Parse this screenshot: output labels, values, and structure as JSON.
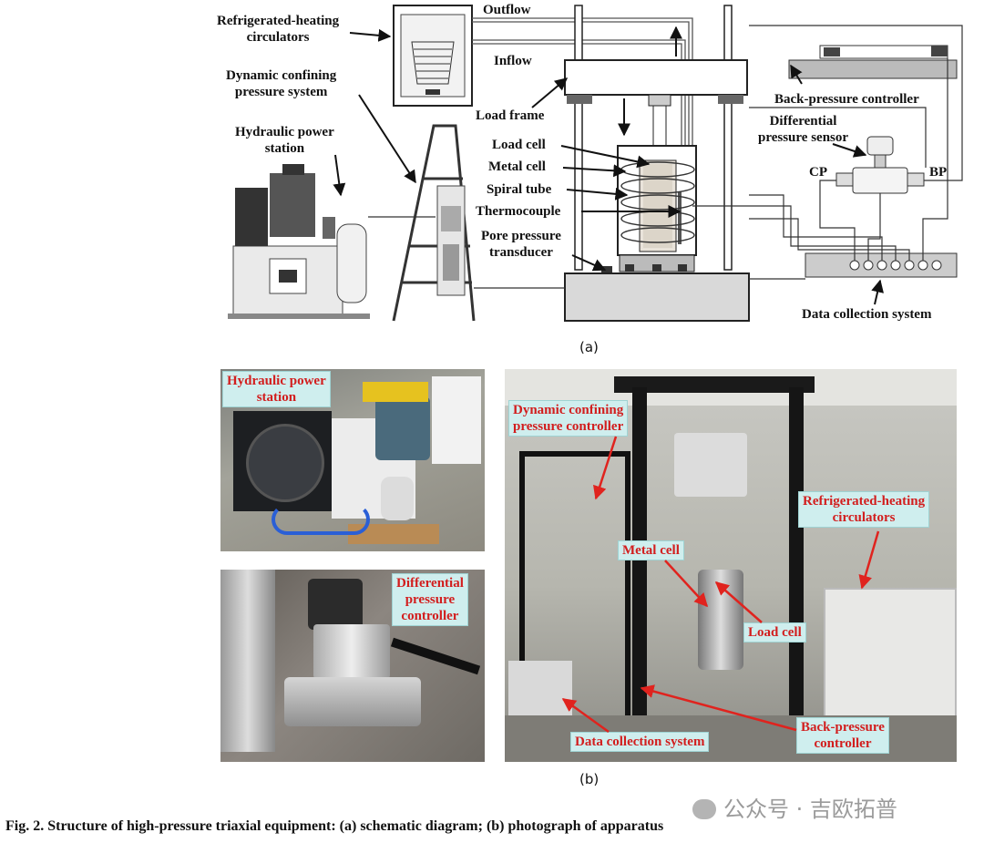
{
  "schematic": {
    "labels": {
      "refrigerated": "Refrigerated-heating\ncirculators",
      "dynamic": "Dynamic confining\npressure system",
      "hydraulic": "Hydraulic power\nstation",
      "outflow": "Outflow",
      "inflow": "Inflow",
      "load_frame": "Load frame",
      "load_cell": "Load cell",
      "metal_cell": "Metal cell",
      "spiral_tube": "Spiral tube",
      "thermocouple": "Thermocouple",
      "pore_pressure": "Pore pressure\ntransducer",
      "back_pressure": "Back-pressure controller",
      "differential": "Differential\npressure sensor",
      "cp": "CP",
      "bp": "BP",
      "data_collection": "Data collection system"
    },
    "sublabel": "(a)"
  },
  "photos": {
    "hydraulic": "Hydraulic power\nstation",
    "differential": "Differential\npressure\ncontroller",
    "dynamic": "Dynamic confining\npressure controller",
    "metal_cell": "Metal cell",
    "refrigerated": "Refrigerated-heating\ncirculators",
    "load_cell": "Load cell",
    "back_pressure": "Back-pressure\ncontroller",
    "data_collection": "Data collection system",
    "sublabel": "(b)"
  },
  "caption": "Fig. 2.  Structure of high-pressure triaxial equipment: (a) schematic diagram; (b) photograph of apparatus",
  "watermark": "公众号 · 吉欧拓普"
}
